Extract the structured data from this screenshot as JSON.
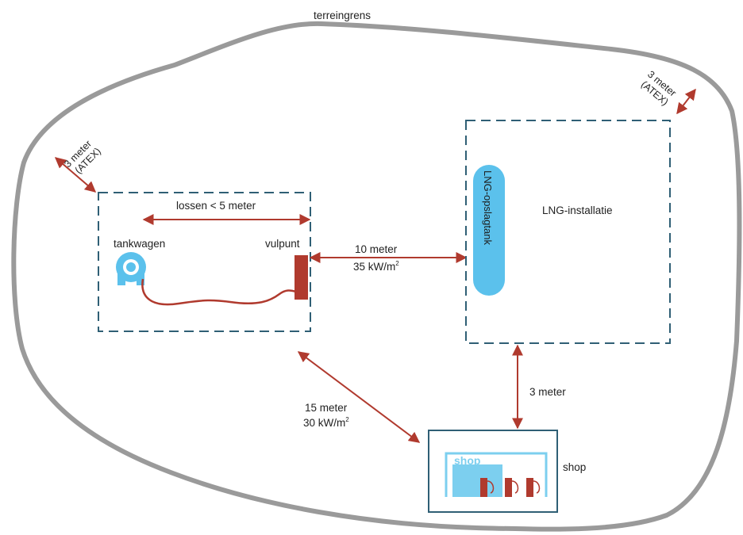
{
  "labels": {
    "terreingrens": "terreingrens",
    "atex_left_line1": "3 meter",
    "atex_left_line2": "(ATEX)",
    "atex_right_line1": "3 meter",
    "atex_right_line2": "(ATEX)",
    "lossen": "lossen < 5 meter",
    "tankwagen": "tankwagen",
    "vulpunt": "vulpunt",
    "dist_10_line1": "10 meter",
    "dist_10_line2": "35 kW/m",
    "dist_10_sup": "2",
    "lng_tank": "LNG-opslagtank",
    "lng_installatie": "LNG-installatie",
    "dist_3": "3 meter",
    "dist_15_line1": "15 meter",
    "dist_15_line2": "30 kW/m",
    "dist_15_sup": "2",
    "shop_sign": "shop",
    "shop_label": "shop"
  },
  "colors": {
    "boundary": "#9a9a9a",
    "dashed_box": "#2f5f75",
    "arrow": "#b03a2e",
    "tank_fill": "#5bc1ec",
    "shop_sign_fill": "#7ccfef",
    "pump_fill": "#b03a2e",
    "shop_frame": "#2f5f75",
    "tankwagen_icon": "#5bc1ec"
  }
}
